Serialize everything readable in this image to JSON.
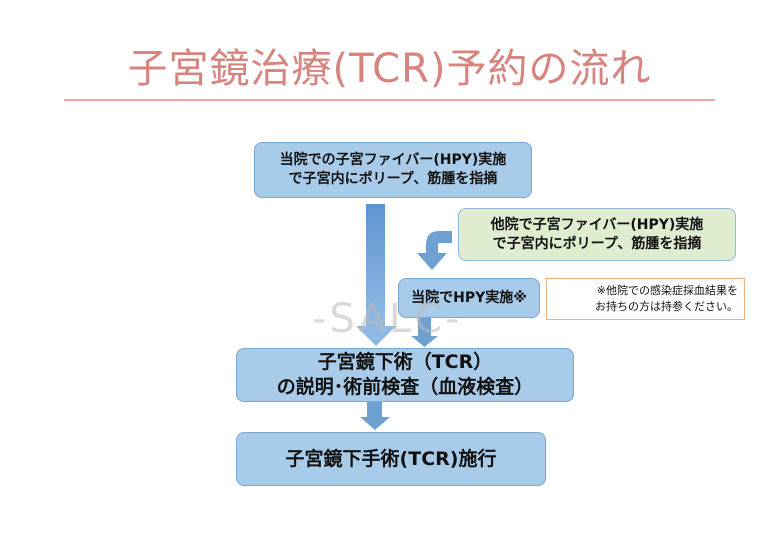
{
  "title": "子宮鏡治療(TCR)予約の流れ",
  "watermark": "-SALC-",
  "steps": {
    "step1": [
      "当院での子宮ファイバー(HPY)実施",
      "で子宮内にポリープ、筋腫を指摘"
    ],
    "step1_alt": [
      "他院で子宮ファイバー(HPY)実施",
      "で子宮内にポリープ、筋腫を指摘"
    ],
    "step2": [
      "当院でHPY実施※"
    ],
    "step3": [
      "子宮鏡下術（TCR）",
      "の説明･術前検査（血液検査）"
    ],
    "step4": [
      "子宮鏡下手術(TCR)施行"
    ]
  },
  "note": [
    "※他院での感染症採血結果を",
    "お持ちの方は持参ください。"
  ],
  "colors": {
    "title": "#d8847e",
    "box_blue": "#a8cbe9",
    "box_green": "#dfecd0",
    "arrow": "#6fa0d2",
    "note_border": "#f0b07a"
  }
}
